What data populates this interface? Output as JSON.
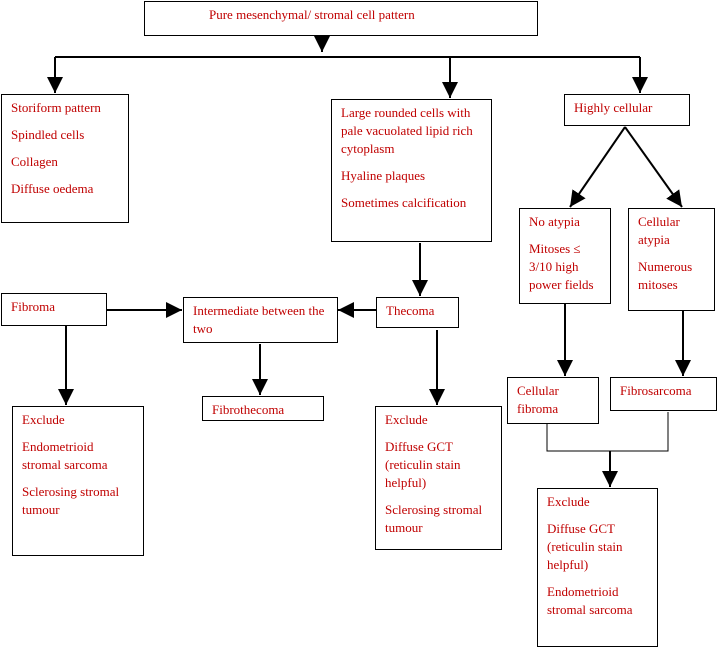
{
  "nodes": {
    "root": [
      "Pure mesenchymal/ stromal cell pattern"
    ],
    "fibroma_features": [
      "Storiform pattern",
      "Spindled cells",
      "Collagen",
      "Diffuse oedema"
    ],
    "thecoma_features": [
      "Large rounded cells with pale vacuolated lipid rich cytoplasm",
      "Hyaline plaques",
      "Sometimes calcification"
    ],
    "highly_cellular": [
      "Highly cellular"
    ],
    "no_atypia": [
      "No atypia",
      "Mitoses ≤ 3/10 high power fields"
    ],
    "cellular_atypia": [
      "Cellular atypia",
      "Numerous mitoses"
    ],
    "fibroma": [
      "Fibroma"
    ],
    "intermediate": [
      "Intermediate between the two"
    ],
    "thecoma": [
      "Thecoma"
    ],
    "fibrothecoma": [
      "Fibrothecoma"
    ],
    "cellular_fibroma": [
      "Cellular fibroma"
    ],
    "fibrosarcoma": [
      "Fibrosarcoma"
    ],
    "exclude_fibroma": [
      "Exclude",
      "Endometrioid stromal sarcoma",
      "Sclerosing stromal tumour"
    ],
    "exclude_thecoma": [
      "Exclude",
      "Diffuse GCT (reticulin stain helpful)",
      "Sclerosing stromal tumour"
    ],
    "exclude_cellular": [
      "Exclude",
      "Diffuse GCT (reticulin stain helpful)",
      "Endometrioid stromal sarcoma"
    ]
  },
  "colors": {
    "text": "#c00000",
    "line": "#000000"
  }
}
